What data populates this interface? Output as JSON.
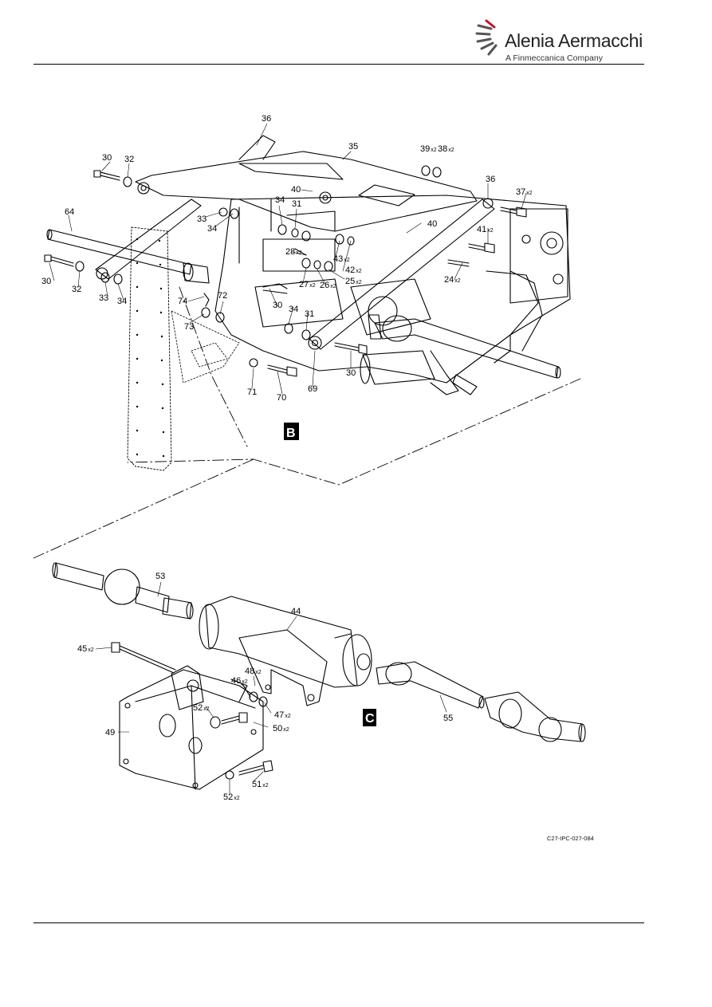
{
  "header": {
    "brand": "Alenia Aermacchi",
    "tagline": "A Finmeccanica Company",
    "logo_icon": "alenia-aermacchi-logo-icon",
    "accent_color": "#c8102e"
  },
  "views": [
    "B",
    "C"
  ],
  "callouts_B": [
    {
      "label": "36",
      "mult": ""
    },
    {
      "label": "35",
      "mult": ""
    },
    {
      "label": "39",
      "mult": "x2"
    },
    {
      "label": "38",
      "mult": "x2"
    },
    {
      "label": "30",
      "mult": ""
    },
    {
      "label": "32",
      "mult": ""
    },
    {
      "label": "36",
      "mult": ""
    },
    {
      "label": "37",
      "mult": "x2"
    },
    {
      "label": "40",
      "mult": ""
    },
    {
      "label": "64",
      "mult": ""
    },
    {
      "label": "34",
      "mult": ""
    },
    {
      "label": "31",
      "mult": ""
    },
    {
      "label": "33",
      "mult": ""
    },
    {
      "label": "34",
      "mult": ""
    },
    {
      "label": "40",
      "mult": ""
    },
    {
      "label": "41",
      "mult": "x2"
    },
    {
      "label": "28",
      "mult": "x2"
    },
    {
      "label": "43",
      "mult": "x2"
    },
    {
      "label": "30",
      "mult": ""
    },
    {
      "label": "32",
      "mult": ""
    },
    {
      "label": "42",
      "mult": "x2"
    },
    {
      "label": "24",
      "mult": "x2"
    },
    {
      "label": "27",
      "mult": "x2"
    },
    {
      "label": "26",
      "mult": "x2"
    },
    {
      "label": "25",
      "mult": "x2"
    },
    {
      "label": "33",
      "mult": ""
    },
    {
      "label": "34",
      "mult": ""
    },
    {
      "label": "74",
      "mult": ""
    },
    {
      "label": "72",
      "mult": ""
    },
    {
      "label": "30",
      "mult": ""
    },
    {
      "label": "34",
      "mult": ""
    },
    {
      "label": "31",
      "mult": ""
    },
    {
      "label": "73",
      "mult": ""
    },
    {
      "label": "71",
      "mult": ""
    },
    {
      "label": "70",
      "mult": ""
    },
    {
      "label": "69",
      "mult": ""
    },
    {
      "label": "30",
      "mult": ""
    }
  ],
  "callouts_C": [
    {
      "label": "53",
      "mult": ""
    },
    {
      "label": "44",
      "mult": ""
    },
    {
      "label": "45",
      "mult": "x2"
    },
    {
      "label": "48",
      "mult": "x2"
    },
    {
      "label": "46",
      "mult": "x2"
    },
    {
      "label": "52",
      "mult": "x2"
    },
    {
      "label": "47",
      "mult": "x2"
    },
    {
      "label": "49",
      "mult": ""
    },
    {
      "label": "50",
      "mult": "x2"
    },
    {
      "label": "55",
      "mult": ""
    },
    {
      "label": "51",
      "mult": "x2"
    },
    {
      "label": "52",
      "mult": "x2"
    }
  ],
  "figure_ref": "C27-IPC-027-084"
}
